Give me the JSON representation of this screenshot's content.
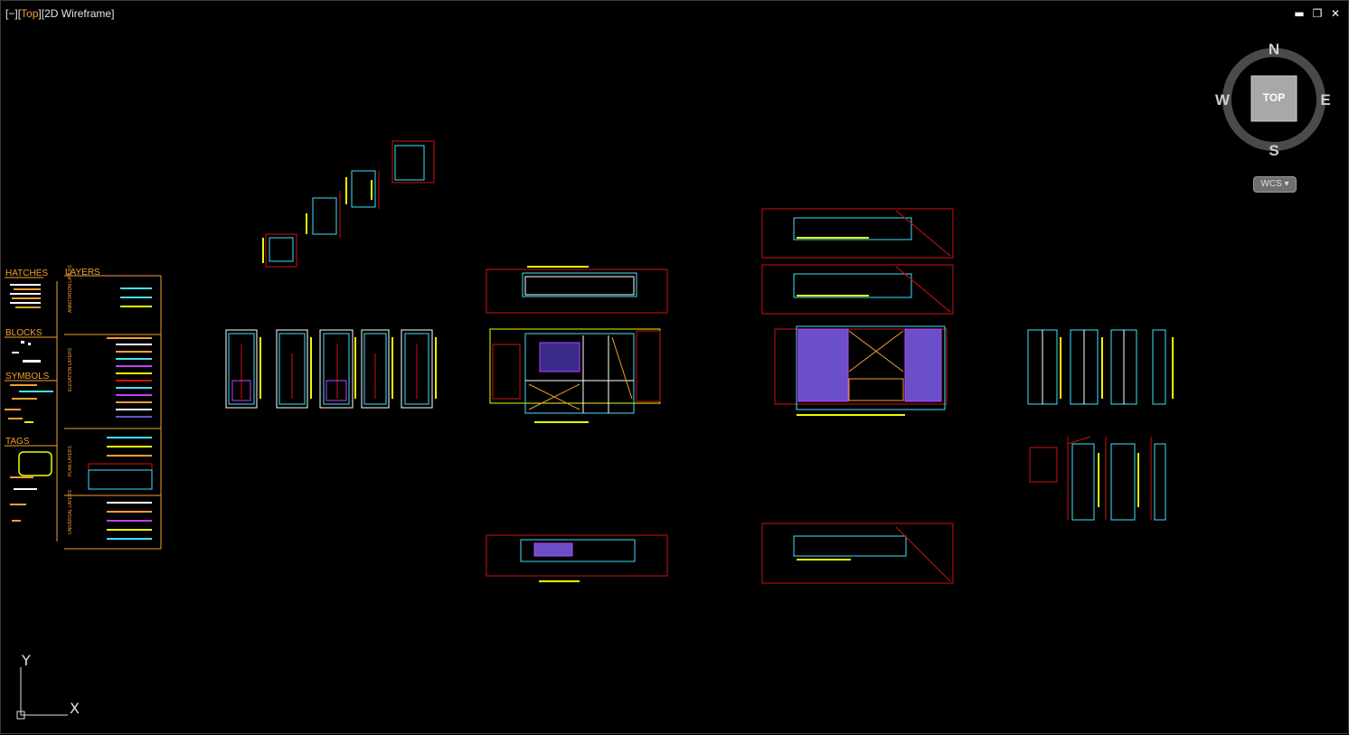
{
  "viewport": {
    "minus_control": "[−]",
    "view_name": "Top",
    "visual_style": "2D Wireframe"
  },
  "window_controls": {
    "minimize_icon": "minimize-icon",
    "restore_icon": "restore-icon",
    "close_icon": "close-icon"
  },
  "viewcube": {
    "face": "TOP",
    "north": "N",
    "south": "S",
    "east": "E",
    "west": "W",
    "coordinate_system": "WCS"
  },
  "legend": {
    "hatches": "HATCHES",
    "layers": "LAYERS",
    "blocks": "BLOCKS",
    "symbols": "SYMBOLS",
    "tags": "TAGS",
    "layer_groups": [
      "ANNOTATION LAYERS",
      "ELEVATION LAYERS",
      "PLAN LAYERS",
      "UNIVERSAL LAYERS"
    ]
  },
  "ucs_icon": {
    "x_axis": "X",
    "y_axis": "Y"
  },
  "colors": {
    "background": "#000000",
    "accent_orange": "#f0a030",
    "cad_red": "#d01010",
    "cad_yellow": "#e8ff00",
    "cad_cyan": "#40e0ff",
    "cad_magenta": "#c040ff",
    "cad_white": "#ffffff",
    "hatch_purple": "#6a4fc8"
  }
}
